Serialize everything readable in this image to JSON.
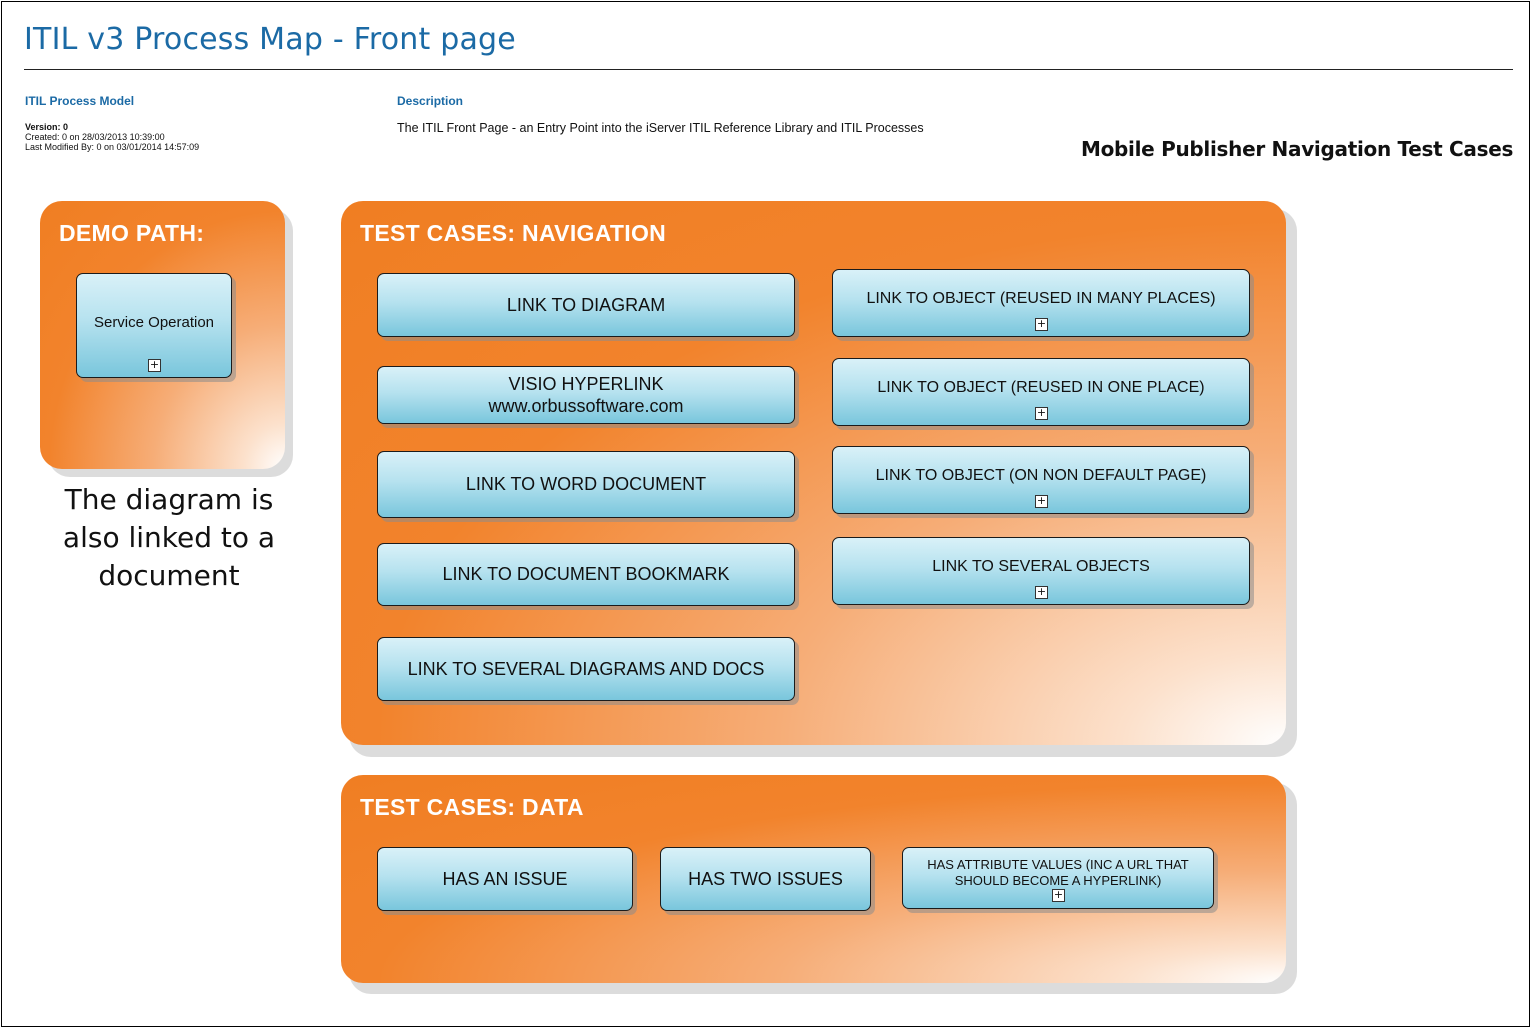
{
  "header": {
    "title": "ITIL v3 Process Map - Front page",
    "model_heading": "ITIL Process Model",
    "version_label": "Version:",
    "version_value": "0",
    "created": "Created: 0 on 28/03/2013 10:39:00",
    "modified": "Last Modified By: 0 on 03/01/2014 14:57:09",
    "description_heading": "Description",
    "description_text": "The ITIL Front Page - an Entry Point into the iServer ITIL Reference Library and ITIL Processes",
    "subtitle": "Mobile Publisher Navigation Test Cases"
  },
  "demo_panel": {
    "title": "DEMO PATH:",
    "items": [
      {
        "label": "Service Operation"
      }
    ]
  },
  "navigation_panel": {
    "title": "TEST CASES: NAVIGATION",
    "left_items": [
      {
        "label": "LINK TO DIAGRAM"
      },
      {
        "label": "VISIO HYPERLINK",
        "sub": "www.orbussoftware.com"
      },
      {
        "label": "LINK TO WORD DOCUMENT"
      },
      {
        "label": "LINK TO DOCUMENT BOOKMARK"
      },
      {
        "label": "LINK TO SEVERAL DIAGRAMS AND DOCS"
      }
    ],
    "right_items": [
      {
        "label": "LINK TO OBJECT (REUSED IN MANY PLACES)"
      },
      {
        "label": "LINK TO OBJECT (REUSED IN ONE PLACE)"
      },
      {
        "label": "LINK TO OBJECT (ON NON DEFAULT PAGE)"
      },
      {
        "label": "LINK TO SEVERAL OBJECTS"
      }
    ]
  },
  "data_panel": {
    "title": "TEST CASES: DATA",
    "items": [
      {
        "label": "HAS AN ISSUE"
      },
      {
        "label": "HAS TWO ISSUES"
      },
      {
        "label": "HAS ATTRIBUTE VALUES (INC A URL THAT SHOULD BECOME A HYPERLINK)"
      }
    ]
  },
  "note": "The diagram is also linked to a document",
  "colors": {
    "panel_orange": "#f07e22",
    "box_blue": "#79c6dc",
    "title_blue": "#1b6aa5"
  },
  "icons": {
    "expand": "plus-box-icon",
    "expand_glyph": "+"
  }
}
